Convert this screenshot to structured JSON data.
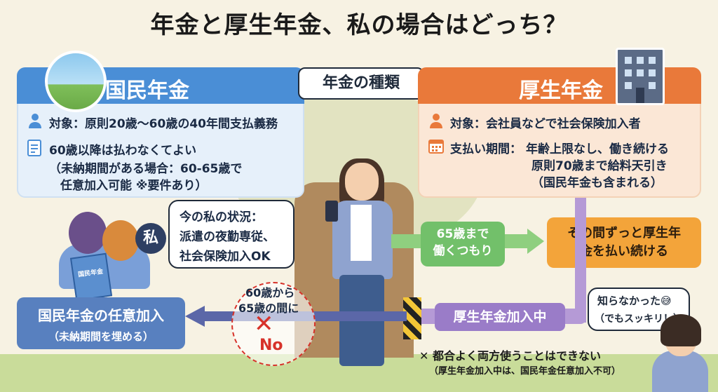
{
  "title": "年金と厚生年金、私の場合はどっち？",
  "center_label": "年金の種類",
  "kokumin": {
    "header": "国民年金",
    "target": "対象：原則20歳～60歳の40年間支払義務",
    "after60": "60歳以降は払わなくてよい",
    "note_line1": "（未納期間がある場合：60-65歳で",
    "note_line2": "任意加入可能 ※要件あり）"
  },
  "kousei": {
    "header": "厚生年金",
    "target": "対象：会社員などで社会保険加入者",
    "period_label": "支払い期間：",
    "period_line1": "年齢上限なし、働き続ける",
    "period_line2": "原則70歳まで給料天引き",
    "period_line3": "（国民年金も含まれる）"
  },
  "me": {
    "label": "私",
    "line1": "今の私の状況：",
    "line2": "派遣の夜勤専従、",
    "line3": "社会保険加入OK"
  },
  "booklet_label": "国民年金",
  "work_until": {
    "line1": "65歳まで",
    "line2": "働くつもり"
  },
  "keep_paying": {
    "line1": "その間ずっと厚生年",
    "line2": "金を払い続ける"
  },
  "kousei_joining": "厚生年金加入中",
  "nini": {
    "title": "国民年金の任意加入",
    "sub": "（未納期間を埋める）"
  },
  "age_range": {
    "line1": "60歳から",
    "line2": "65歳の間に"
  },
  "no_label": "No",
  "no_mark": "✕",
  "warning": {
    "main": "✕ 都合よく両方使うことはできない",
    "sub": "（厚生年金加入中は、国民年金任意加入不可）"
  },
  "remark": {
    "line1": "知らなかった",
    "line2": "（でもスッキリ！）",
    "emoji": "😅"
  },
  "colors": {
    "kokumin": "#4a8ed6",
    "kousei": "#e9793a",
    "green": "#72c06a",
    "orange_box": "#f3a43a",
    "purple": "#9a7cc8",
    "no_red": "#d7322a"
  },
  "icons": [
    "person-icon",
    "document-icon",
    "calendar-icon",
    "building-icon",
    "sky-icon",
    "tree-icon"
  ]
}
